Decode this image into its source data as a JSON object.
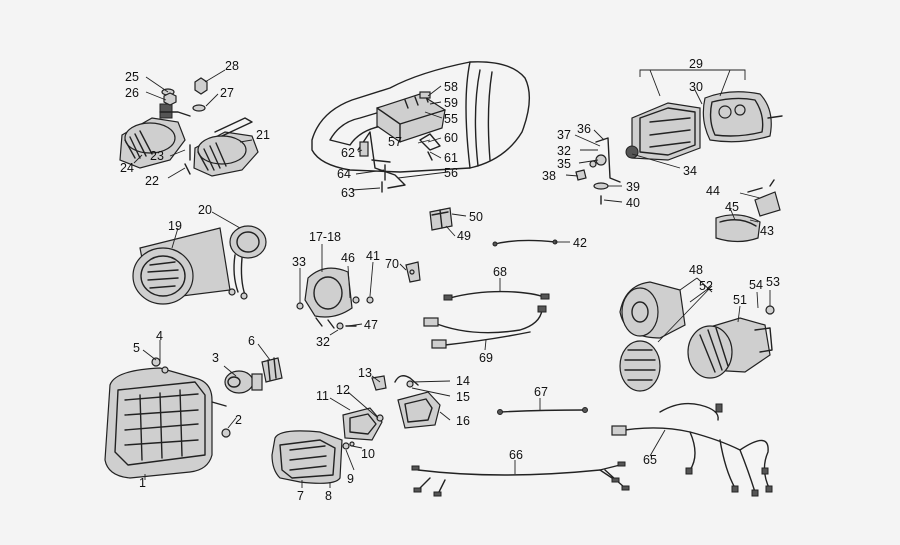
{
  "diagram": {
    "type": "exploded parts diagram",
    "callouts": [
      {
        "id": "c1",
        "text": "1"
      },
      {
        "id": "c2",
        "text": "2"
      },
      {
        "id": "c3",
        "text": "3"
      },
      {
        "id": "c4",
        "text": "4"
      },
      {
        "id": "c5",
        "text": "5"
      },
      {
        "id": "c6",
        "text": "6"
      },
      {
        "id": "c7",
        "text": "7"
      },
      {
        "id": "c8",
        "text": "8"
      },
      {
        "id": "c9",
        "text": "9"
      },
      {
        "id": "c10",
        "text": "10"
      },
      {
        "id": "c11",
        "text": "11"
      },
      {
        "id": "c12",
        "text": "12"
      },
      {
        "id": "c13",
        "text": "13"
      },
      {
        "id": "c14",
        "text": "14"
      },
      {
        "id": "c15",
        "text": "15"
      },
      {
        "id": "c16",
        "text": "16"
      },
      {
        "id": "c17",
        "text": "17-18"
      },
      {
        "id": "c19",
        "text": "19"
      },
      {
        "id": "c20",
        "text": "20"
      },
      {
        "id": "c21",
        "text": "21"
      },
      {
        "id": "c22",
        "text": "22"
      },
      {
        "id": "c23",
        "text": "23"
      },
      {
        "id": "c24",
        "text": "24"
      },
      {
        "id": "c25",
        "text": "25"
      },
      {
        "id": "c26",
        "text": "26"
      },
      {
        "id": "c27",
        "text": "27"
      },
      {
        "id": "c28",
        "text": "28"
      },
      {
        "id": "c29",
        "text": "29"
      },
      {
        "id": "c30",
        "text": "30"
      },
      {
        "id": "c32a",
        "text": "32"
      },
      {
        "id": "c32b",
        "text": "32"
      },
      {
        "id": "c33",
        "text": "33"
      },
      {
        "id": "c34",
        "text": "34"
      },
      {
        "id": "c35",
        "text": "35"
      },
      {
        "id": "c36",
        "text": "36"
      },
      {
        "id": "c37",
        "text": "37"
      },
      {
        "id": "c38",
        "text": "38"
      },
      {
        "id": "c39",
        "text": "39"
      },
      {
        "id": "c40",
        "text": "40"
      },
      {
        "id": "c41",
        "text": "41"
      },
      {
        "id": "c42",
        "text": "42"
      },
      {
        "id": "c43",
        "text": "43"
      },
      {
        "id": "c44",
        "text": "44"
      },
      {
        "id": "c45",
        "text": "45"
      },
      {
        "id": "c46",
        "text": "46"
      },
      {
        "id": "c47",
        "text": "47"
      },
      {
        "id": "c48",
        "text": "48"
      },
      {
        "id": "c49",
        "text": "49"
      },
      {
        "id": "c50",
        "text": "50"
      },
      {
        "id": "c51",
        "text": "51"
      },
      {
        "id": "c52",
        "text": "52"
      },
      {
        "id": "c53",
        "text": "53"
      },
      {
        "id": "c54",
        "text": "54"
      },
      {
        "id": "c55",
        "text": "55"
      },
      {
        "id": "c56",
        "text": "56"
      },
      {
        "id": "c57",
        "text": "57"
      },
      {
        "id": "c58",
        "text": "58"
      },
      {
        "id": "c59",
        "text": "59"
      },
      {
        "id": "c60",
        "text": "60"
      },
      {
        "id": "c61",
        "text": "61"
      },
      {
        "id": "c62",
        "text": "62"
      },
      {
        "id": "c63",
        "text": "63"
      },
      {
        "id": "c64",
        "text": "64"
      },
      {
        "id": "c65",
        "text": "65"
      },
      {
        "id": "c66",
        "text": "66"
      },
      {
        "id": "c67",
        "text": "67"
      },
      {
        "id": "c68",
        "text": "68"
      },
      {
        "id": "c69",
        "text": "69"
      },
      {
        "id": "c70",
        "text": "70"
      }
    ]
  },
  "colors": {
    "background": "#f4f4f4",
    "ink": "#222222",
    "shade": "#cfcfcf"
  }
}
